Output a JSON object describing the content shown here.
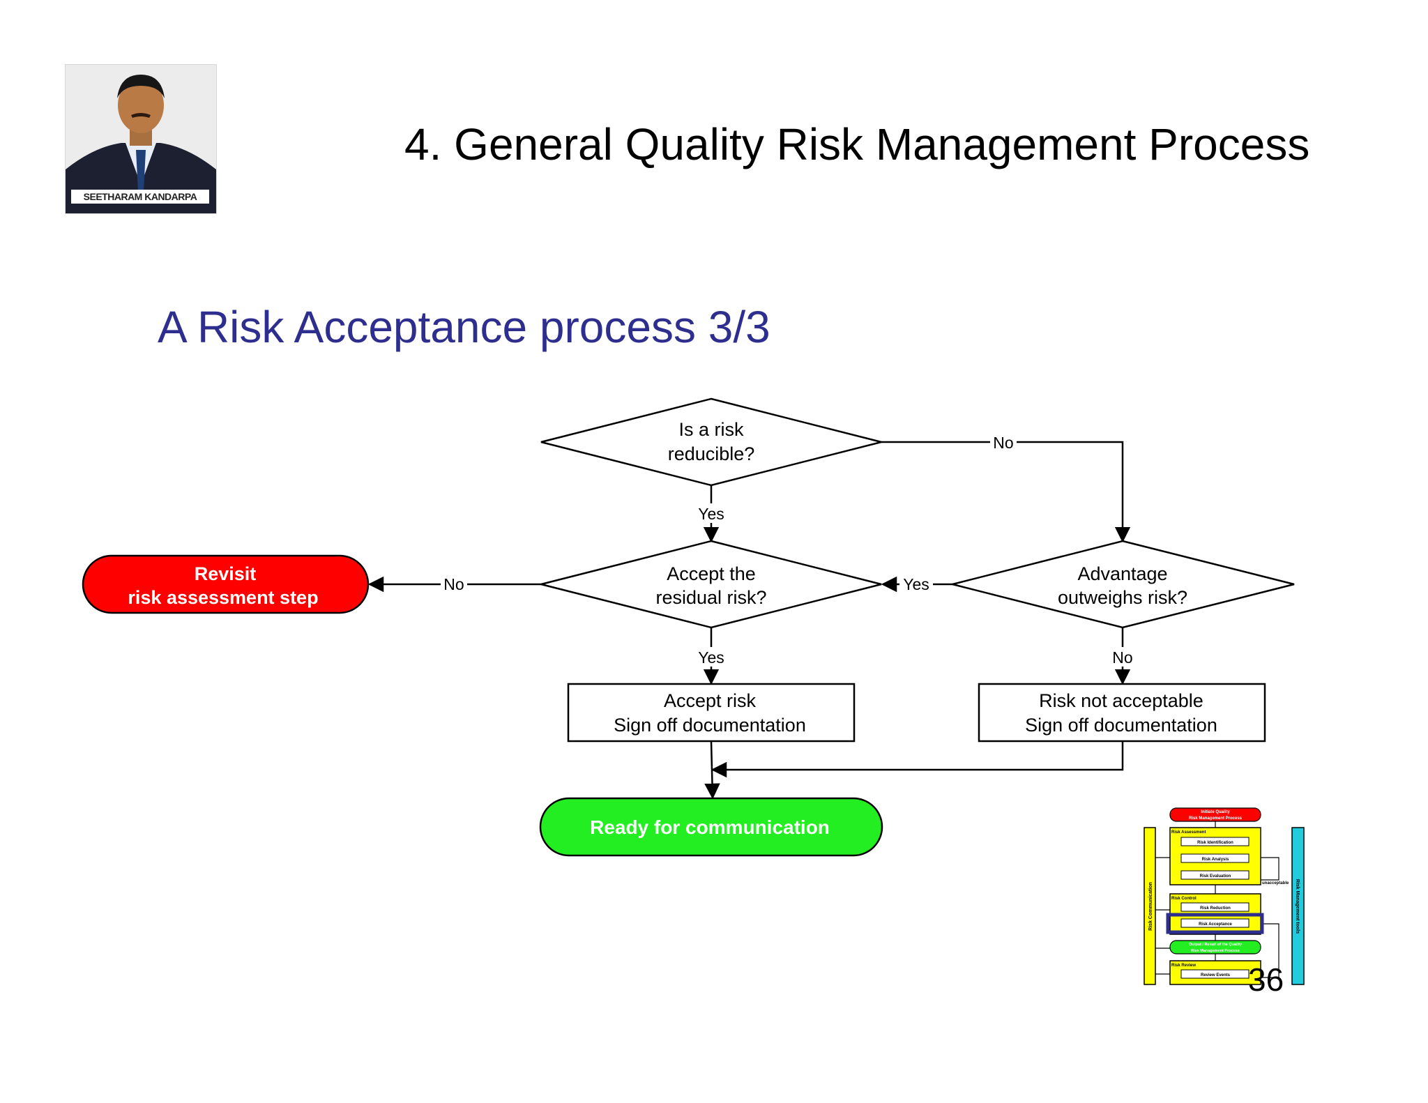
{
  "slide": {
    "title": "4. General Quality Risk Management Process",
    "subtitle": "A Risk Acceptance process 3/3",
    "photo_caption": "SEETHARAM KANDARPA",
    "page_number": "36"
  },
  "flowchart": {
    "reducible_line1": "Is a risk",
    "reducible_line2": "reducible?",
    "accept_residual_line1": "Accept the",
    "accept_residual_line2": "residual risk?",
    "advantage_line1": "Advantage",
    "advantage_line2": "outweighs risk?",
    "revisit_line1": "Revisit",
    "revisit_line2": "risk assessment step",
    "accept_risk_line1": "Accept risk",
    "accept_risk_line2": "Sign off documentation",
    "not_acceptable_line1": "Risk not acceptable",
    "not_acceptable_line2": "Sign off documentation",
    "ready": "Ready for communication",
    "label_no_reducible": "No",
    "label_yes_reducible": "Yes",
    "label_no_residual": "No",
    "label_yes_advantage": "Yes",
    "label_yes_residual": "Yes",
    "label_no_advantage": "No"
  },
  "mini_diagram": {
    "initiate_line1": "Initiate Quality",
    "initiate_line2": "Risk Management Process",
    "risk_assessment": "Risk Assessment",
    "risk_identification": "Risk Identification",
    "risk_analysis": "Risk Analysis",
    "risk_evaluation": "Risk Evaluation",
    "unacceptable": "unacceptable",
    "risk_control": "Risk Control",
    "risk_reduction": "Risk Reduction",
    "risk_acceptance": "Risk Acceptance",
    "output_line1": "Output / Result of the Quality",
    "output_line2": "Risk Management Process",
    "risk_review": "Risk Review",
    "review_events": "Review Events",
    "risk_communication": "Risk Communication",
    "risk_management_tools": "Risk Management tools"
  },
  "colors": {
    "title_blue": "#2e2e8f",
    "revisit_red": "#ff0000",
    "ready_green": "#22ee22",
    "mini_yellow": "#ffff00",
    "mini_cyan": "#22ccdd",
    "mini_highlight": "#2e2e8f"
  }
}
